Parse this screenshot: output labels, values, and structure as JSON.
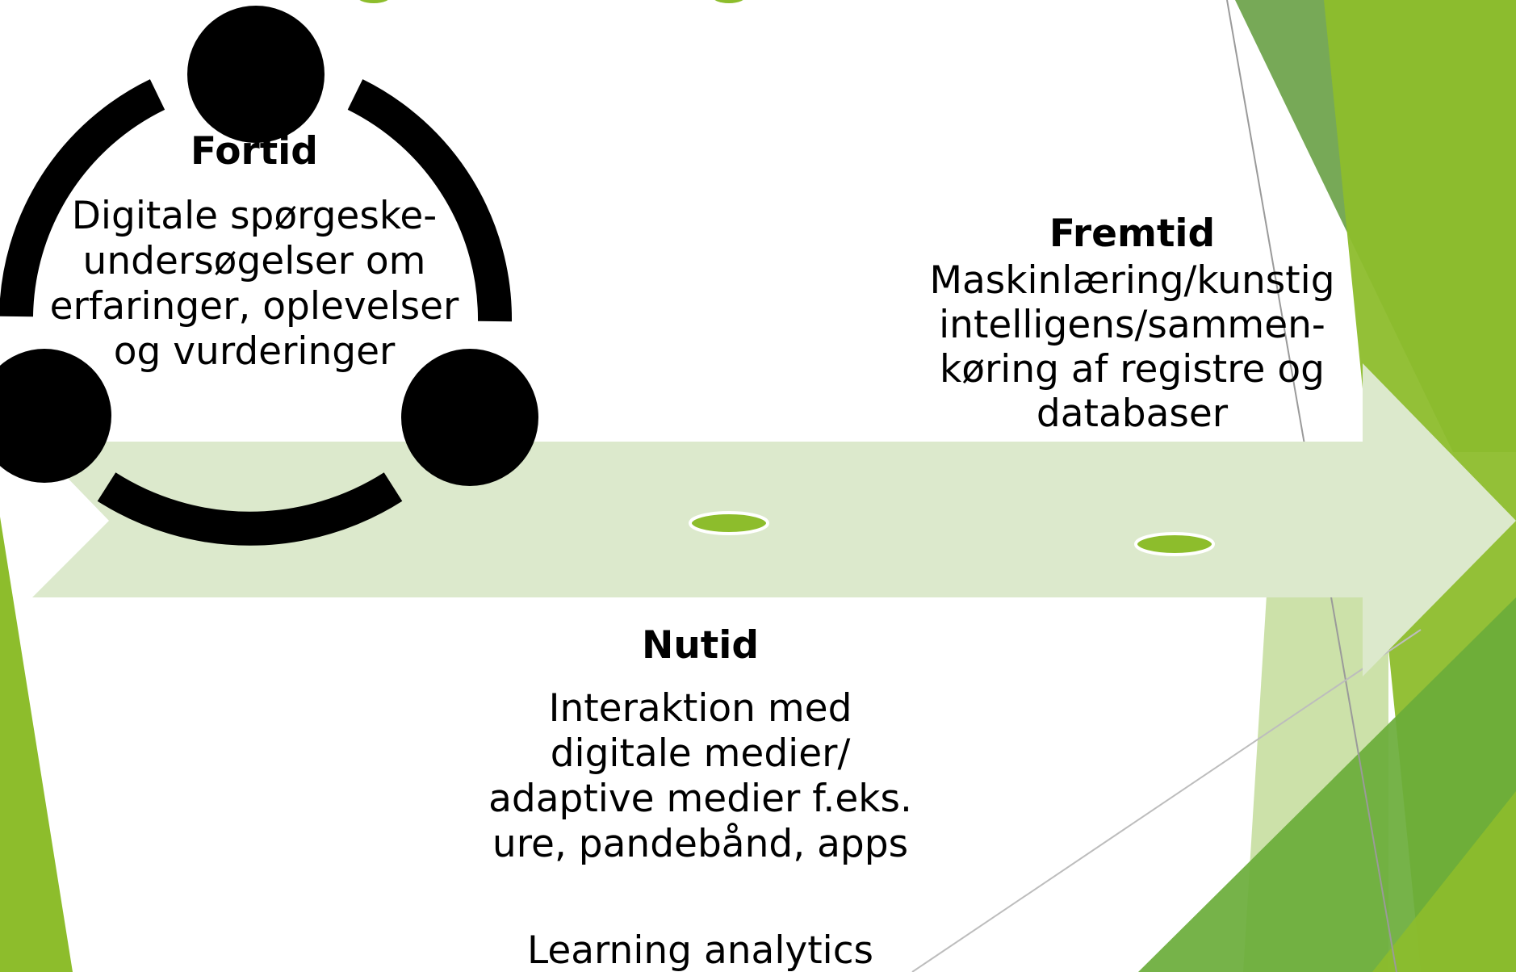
{
  "colors": {
    "accent_green": "#8dbd2c",
    "arrow_fill": "#dce9cc",
    "dark_green": "#5f9a3a",
    "light_green": "#c6dea0",
    "cycle_icon": "#000000"
  },
  "timeline": {
    "past": {
      "heading": "Fortid",
      "body": "Digitale spørgeske-undersøgelser om erfaringer, oplevelser og vurderinger"
    },
    "present": {
      "heading": "Nutid",
      "body": "Interaktion med digitale medier/ adaptive medier f.eks. ure, pandebånd, apps",
      "extra": "Learning analytics"
    },
    "future": {
      "heading": "Fremtid",
      "body": "Maskinlæring/kunstig intelligens/sammen-køring af registre og databaser"
    }
  },
  "icons": {
    "cycle": "cycle-icon"
  }
}
